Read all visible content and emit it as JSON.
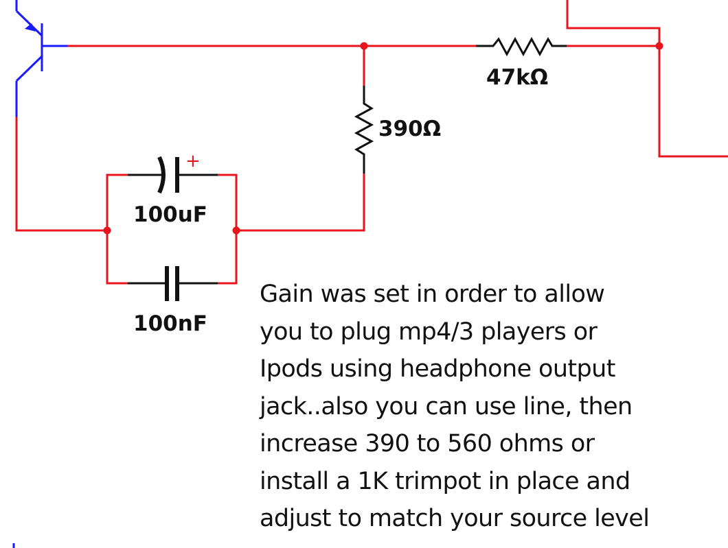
{
  "components": {
    "r_series": {
      "label": "47kΩ"
    },
    "r_shunt": {
      "label": "390Ω"
    },
    "c_electrolytic": {
      "label": "100uF",
      "polarity": "+"
    },
    "c_ceramic": {
      "label": "100nF"
    }
  },
  "note": {
    "lines": [
      "Gain was set in order to allow",
      "you to plug mp4/3 players or",
      "Ipods using headphone output",
      "jack..also you can use line, then",
      "increase 390 to 560 ohms or",
      "install a 1K trimpot in place and",
      "adjust to match your source level"
    ]
  },
  "colors": {
    "wire": "#e8141c",
    "transistor": "#1a1aff",
    "component": "#111111",
    "background": "#ffffff"
  }
}
